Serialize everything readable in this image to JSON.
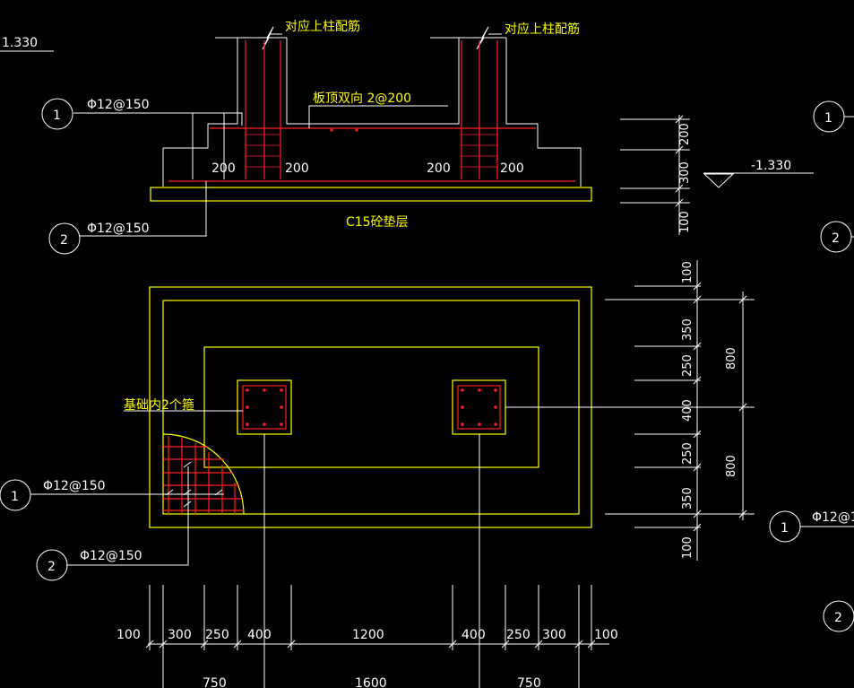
{
  "section": {
    "level_left": "1.330",
    "column_rebar_left": "对应上柱配筋",
    "column_rebar_right": "对应上柱配筋",
    "slab_top_rebar": "板顶双向 2@200",
    "bottom_rebar_1": "Φ12@150",
    "bottom_rebar_2": "Φ12@150",
    "callout_1": "1",
    "callout_2": "2",
    "dim_200_a": "200",
    "dim_200_b": "200",
    "dim_200_c": "200",
    "dim_200_d": "200",
    "cushion": "C15砼垫层",
    "vdim_200": "200",
    "vdim_300": "300",
    "vdim_100": "100",
    "level_right": "-1.330"
  },
  "right_callouts": {
    "c1_top": "1",
    "c2_top": "2",
    "c1_bottom": "1",
    "c2_bottom": "2",
    "rebar_bottom": "Φ12@1"
  },
  "plan": {
    "note": "基础内2个箍",
    "rebar_1": "Φ12@150",
    "rebar_2": "Φ12@150",
    "callout_1": "1",
    "callout_2": "2",
    "vdims": [
      "100",
      "350",
      "250",
      "400",
      "250",
      "350",
      "100"
    ],
    "vdim_totals": [
      "800",
      "800"
    ],
    "hdims": [
      "100",
      "300",
      "250",
      "400",
      "1200",
      "400",
      "250",
      "300",
      "100"
    ],
    "hdim_totals": [
      "750",
      "1600",
      "750"
    ]
  }
}
